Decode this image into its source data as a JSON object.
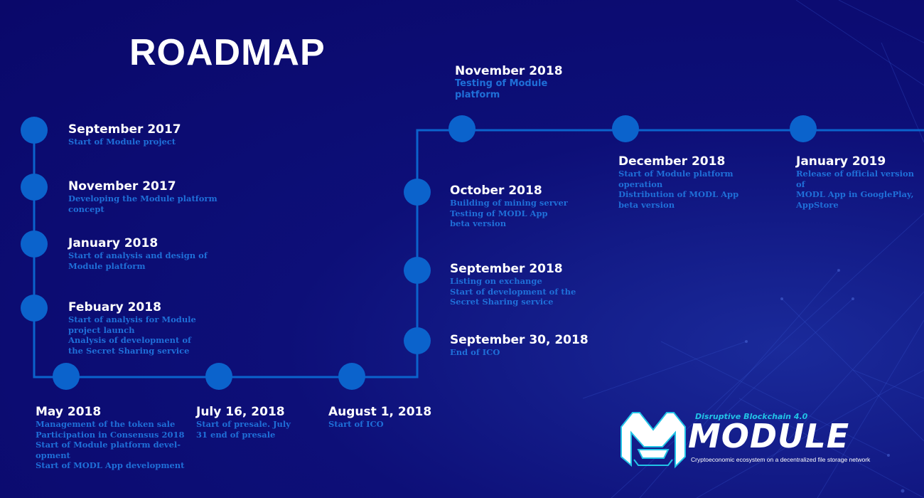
{
  "title": "ROADMAP",
  "milestones": [
    {
      "date": "September 2017",
      "lines": [
        "Start of Module project"
      ]
    },
    {
      "date": "November 2017",
      "lines": [
        "Developing the Module platform",
        "concept"
      ]
    },
    {
      "date": "January 2018",
      "lines": [
        "Start of analysis and design of",
        "Module platform"
      ]
    },
    {
      "date": "Febuary 2018",
      "lines": [
        "Start of analysis for Module",
        "project launch",
        "Analysis of development of",
        "the Secret Sharing service"
      ]
    },
    {
      "date": "May 2018",
      "lines": [
        "Management of the token sale",
        "Participation in Consensus 2018",
        "Start of Module platform devel-",
        "opment",
        "Start of MODL App development"
      ]
    },
    {
      "date": "July 16, 2018",
      "lines": [
        "Start of presale. July",
        "31 end of presale"
      ]
    },
    {
      "date": "August 1, 2018",
      "lines": [
        "Start of ICO"
      ]
    },
    {
      "date": "September 30, 2018",
      "lines": [
        "End of ICO"
      ]
    },
    {
      "date": "September 2018",
      "lines": [
        "Listing on exchange",
        "Start of development of the",
        "Secret Sharing service"
      ]
    },
    {
      "date": "October 2018",
      "lines": [
        "Building of mining server",
        "Testing of MODL App",
        "beta version"
      ]
    },
    {
      "date": "November 2018",
      "lines": [
        "Testing of Module",
        "platform"
      ]
    },
    {
      "date": "December 2018",
      "lines": [
        "Start of Module platform",
        "operation",
        "Distribution of MODL App",
        "beta version"
      ]
    },
    {
      "date": "January 2019",
      "lines": [
        "Release of official version of",
        "MODL App in GooglePlay,",
        "AppStore"
      ]
    }
  ],
  "logo": {
    "tagline": "Disruptive Blockchain 4.0",
    "wordmark": "MODULE",
    "subtitle": "Cryptoeconomic ecosystem on a decentralized file storage network"
  },
  "colors": {
    "background": "#0d0f78",
    "accent": "#0b63cc",
    "text_light": "#ffffff",
    "text_desc": "#1f6fd8",
    "logo_cyan": "#22c3e6"
  }
}
